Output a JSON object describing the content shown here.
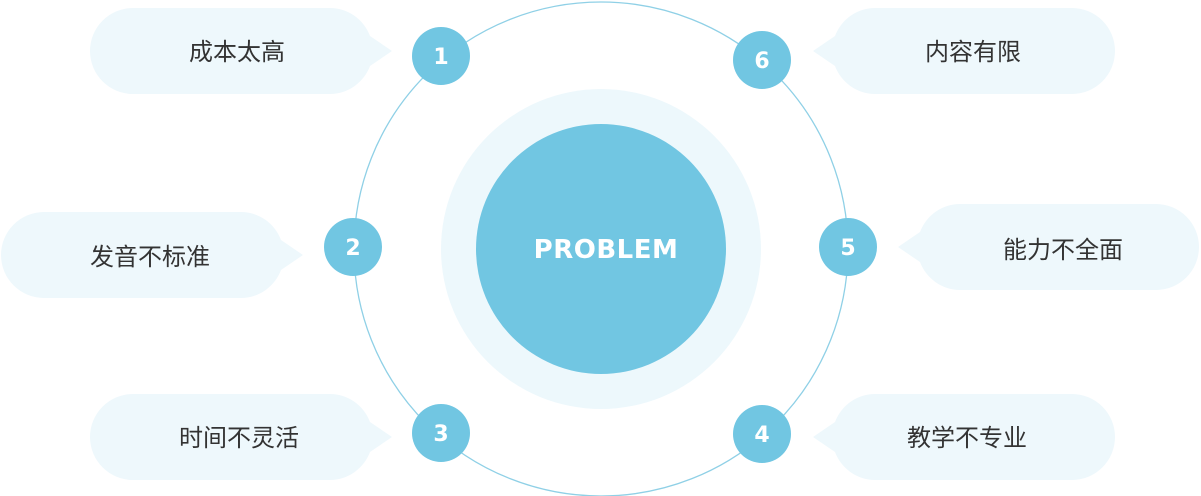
{
  "colors": {
    "accent": "#71c6e2",
    "center_halo": "#edf8fc",
    "bubble_bg": "#eef8fc",
    "ring_stroke": "#8fd0e6",
    "node_text": "#ffffff",
    "bubble_text": "#333333",
    "center_text": "#ffffff"
  },
  "center": {
    "label": "PROBLEM"
  },
  "items": [
    {
      "number": "1",
      "label": "成本太高"
    },
    {
      "number": "2",
      "label": "发音不标准"
    },
    {
      "number": "3",
      "label": "时间不灵活"
    },
    {
      "number": "4",
      "label": "教学不专业"
    },
    {
      "number": "5",
      "label": "能力不全面"
    },
    {
      "number": "6",
      "label": "内容有限"
    }
  ]
}
